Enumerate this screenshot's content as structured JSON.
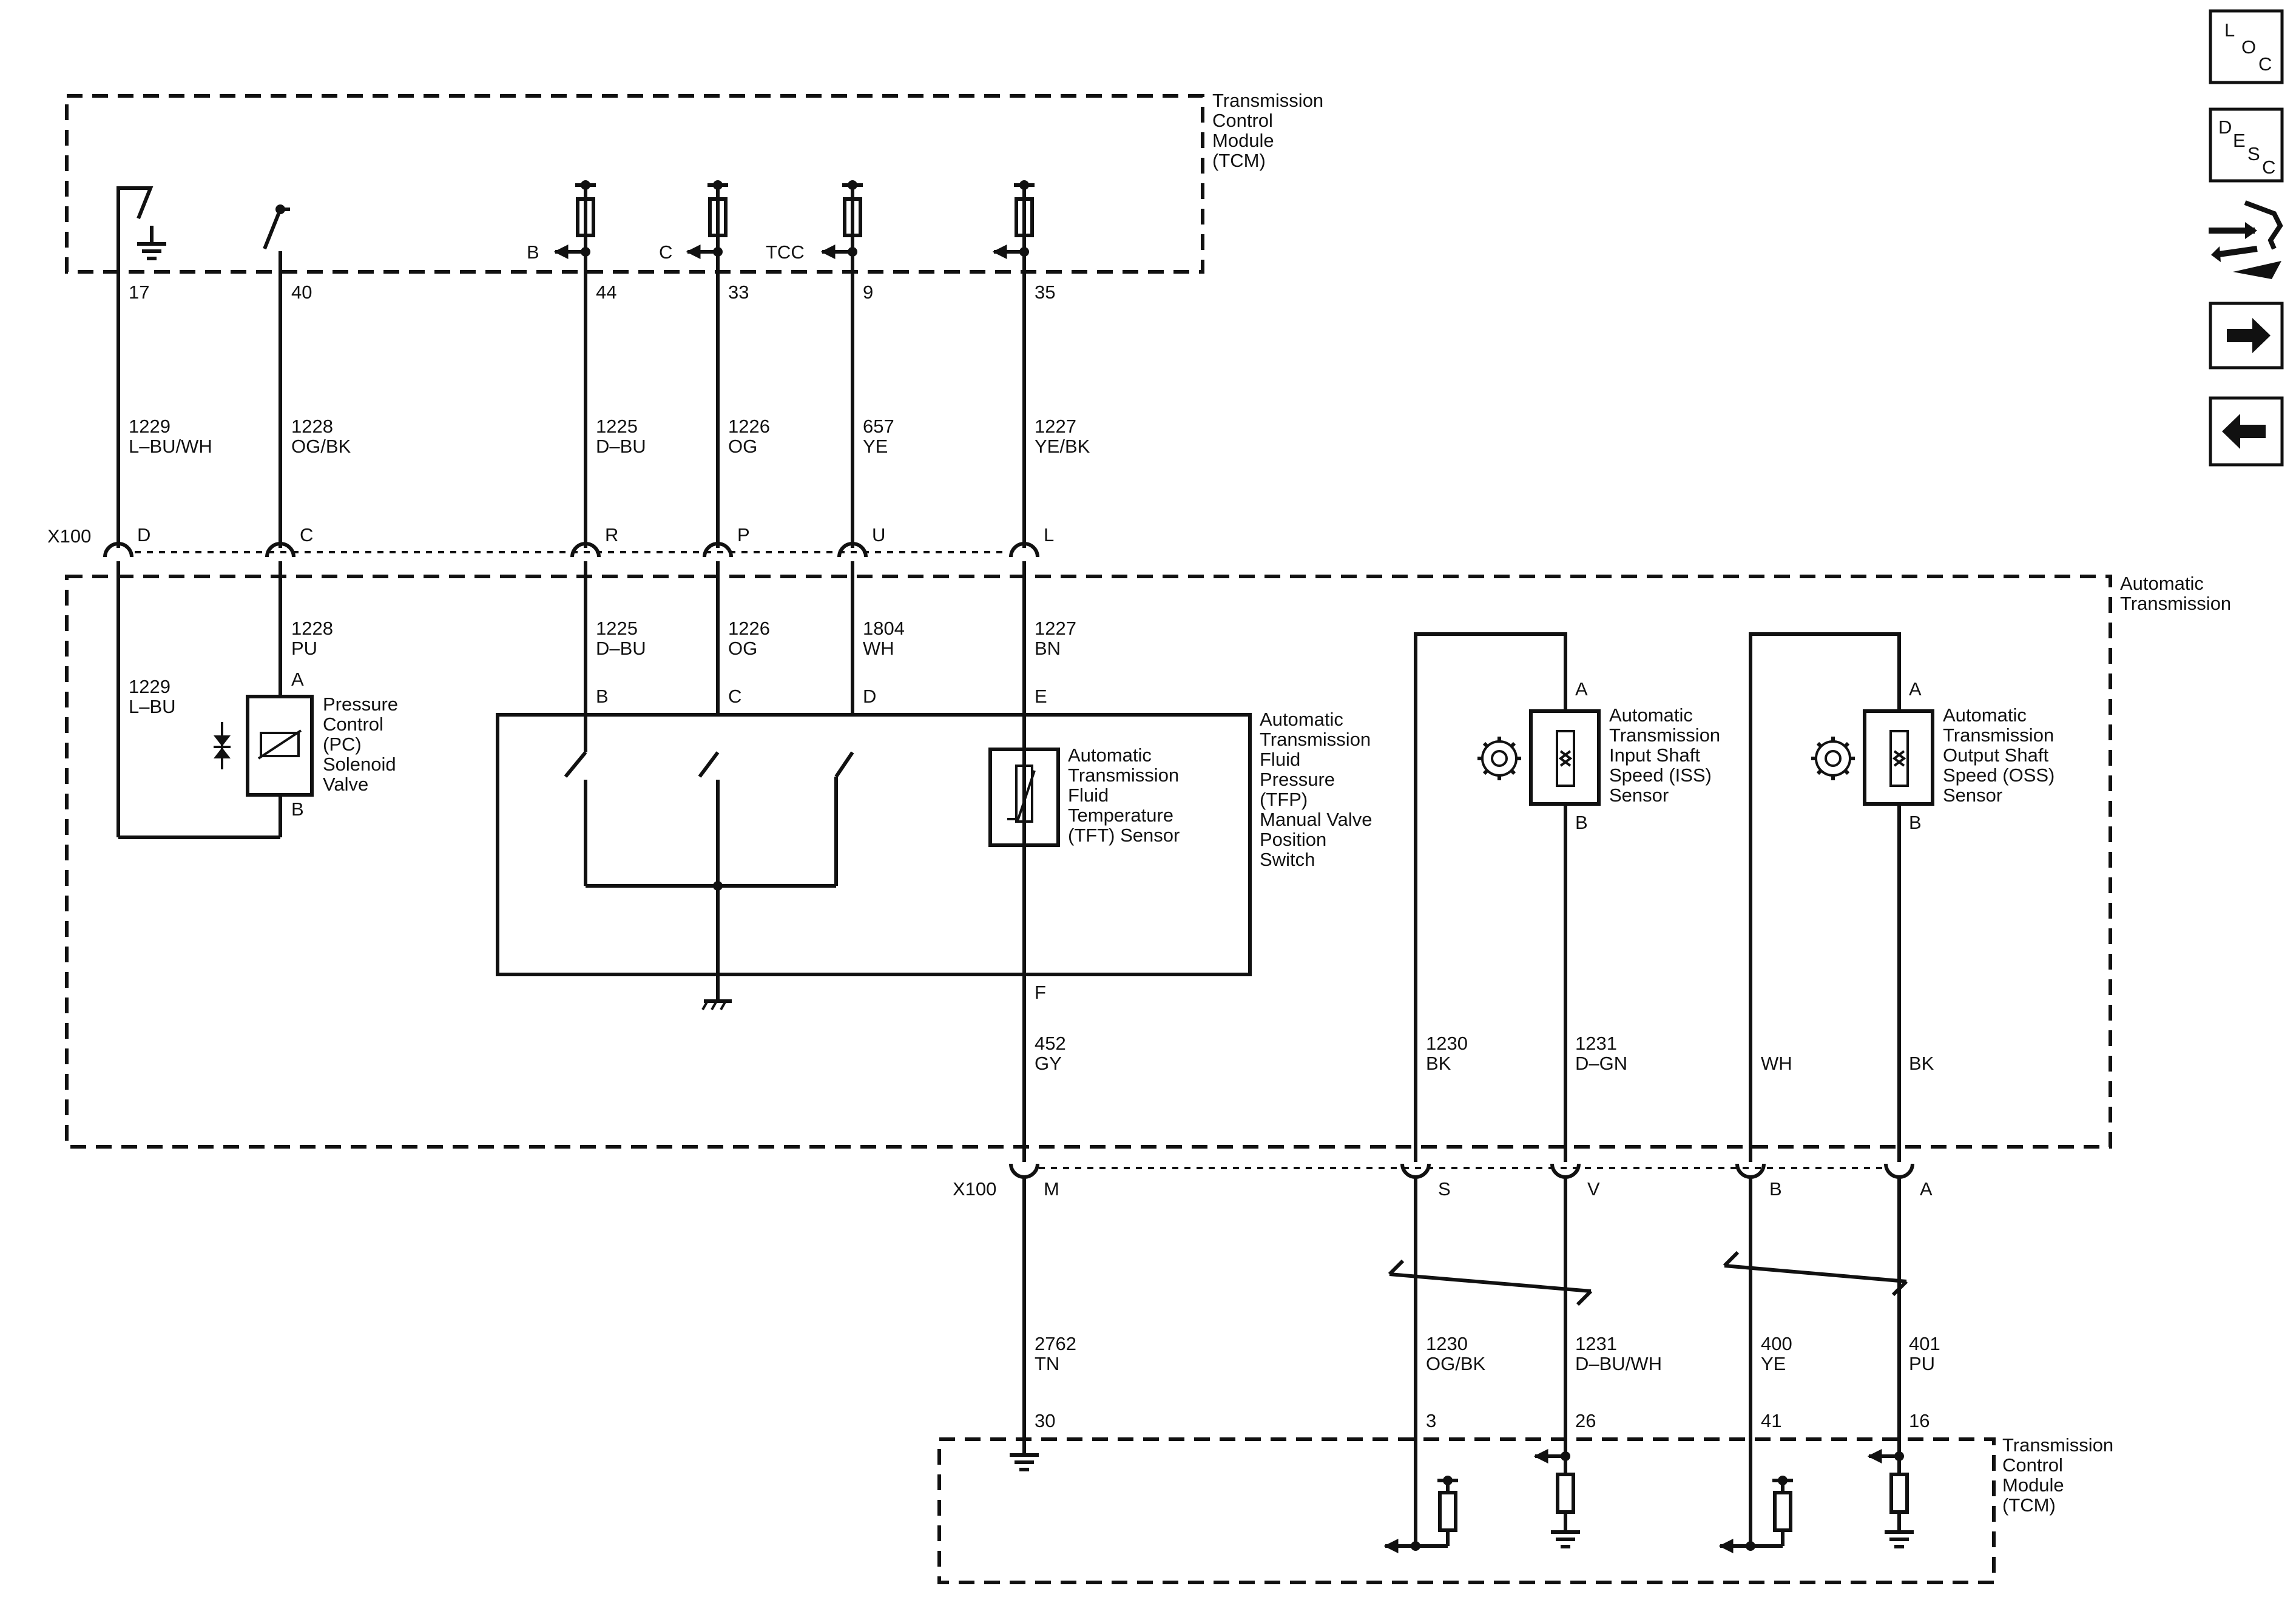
{
  "nav": {
    "loc": [
      "L",
      "O",
      "C"
    ],
    "desc": [
      "D",
      "E",
      "S",
      "C"
    ],
    "buttons": [
      "loc-button",
      "desc-button",
      "connector-view-button",
      "next-page-button",
      "previous-page-button"
    ]
  },
  "modules": {
    "tcm_top": [
      "Transmission",
      "Control",
      "Module",
      "(TCM)"
    ],
    "tcm_bottom": [
      "Transmission",
      "Control",
      "Module",
      "(TCM)"
    ],
    "auto_trans": [
      "Automatic",
      "Transmission"
    ]
  },
  "connector": {
    "name": "X100"
  },
  "top_pins": {
    "p17": "17",
    "p40": "40",
    "p44": "44",
    "p33": "33",
    "p9": "9",
    "p35": "35",
    "sig_b": "B",
    "sig_c": "C",
    "sig_tcc": "TCC"
  },
  "wires_upper": [
    {
      "circuit": "1229",
      "color": "L–BU/WH"
    },
    {
      "circuit": "1228",
      "color": "OG/BK"
    },
    {
      "circuit": "1225",
      "color": "D–BU"
    },
    {
      "circuit": "1226",
      "color": "OG"
    },
    {
      "circuit": "657",
      "color": "YE"
    },
    {
      "circuit": "1227",
      "color": "YE/BK"
    }
  ],
  "x100_top_pins": [
    "D",
    "C",
    "R",
    "P",
    "U",
    "L"
  ],
  "wires_mid": [
    {
      "circuit": "1228",
      "color": "PU"
    },
    {
      "circuit": "1229",
      "color": "L–BU"
    },
    {
      "circuit": "1225",
      "color": "D–BU"
    },
    {
      "circuit": "1226",
      "color": "OG"
    },
    {
      "circuit": "1804",
      "color": "WH"
    },
    {
      "circuit": "1227",
      "color": "BN"
    }
  ],
  "components": {
    "pc_solenoid": {
      "label": [
        "Pressure",
        "Control",
        "(PC)",
        "Solenoid",
        "Valve"
      ],
      "pin_a": "A",
      "pin_b": "B"
    },
    "tfp_switch": {
      "label": [
        "Automatic",
        "Transmission",
        "Fluid",
        "Pressure",
        "(TFP)",
        "Manual Valve",
        "Position",
        "Switch"
      ],
      "pins": [
        "B",
        "C",
        "D",
        "E",
        "F"
      ]
    },
    "tft_sensor": {
      "label": [
        "Automatic",
        "Transmission",
        "Fluid",
        "Temperature",
        "(TFT) Sensor"
      ]
    },
    "iss_sensor": {
      "label": [
        "Automatic",
        "Transmission",
        "Input Shaft",
        "Speed (ISS)",
        "Sensor"
      ],
      "pin_a": "A",
      "pin_b": "B"
    },
    "oss_sensor": {
      "label": [
        "Automatic",
        "Transmission",
        "Output Shaft",
        "Speed (OSS)",
        "Sensor"
      ],
      "pin_a": "A",
      "pin_b": "B"
    }
  },
  "wires_lower_in": [
    {
      "circuit": "452",
      "color": "GY"
    },
    {
      "circuit": "1230",
      "color": "BK"
    },
    {
      "circuit": "1231",
      "color": "D–GN"
    },
    {
      "circuit": "",
      "color": "WH"
    },
    {
      "circuit": "",
      "color": "BK"
    }
  ],
  "x100_bottom_pins": [
    "M",
    "S",
    "V",
    "B",
    "A"
  ],
  "wires_lower_out": [
    {
      "circuit": "2762",
      "color": "TN"
    },
    {
      "circuit": "1230",
      "color": "OG/BK"
    },
    {
      "circuit": "1231",
      "color": "D–BU/WH"
    },
    {
      "circuit": "400",
      "color": "YE"
    },
    {
      "circuit": "401",
      "color": "PU"
    }
  ],
  "bottom_pins": [
    "30",
    "3",
    "26",
    "41",
    "16"
  ]
}
